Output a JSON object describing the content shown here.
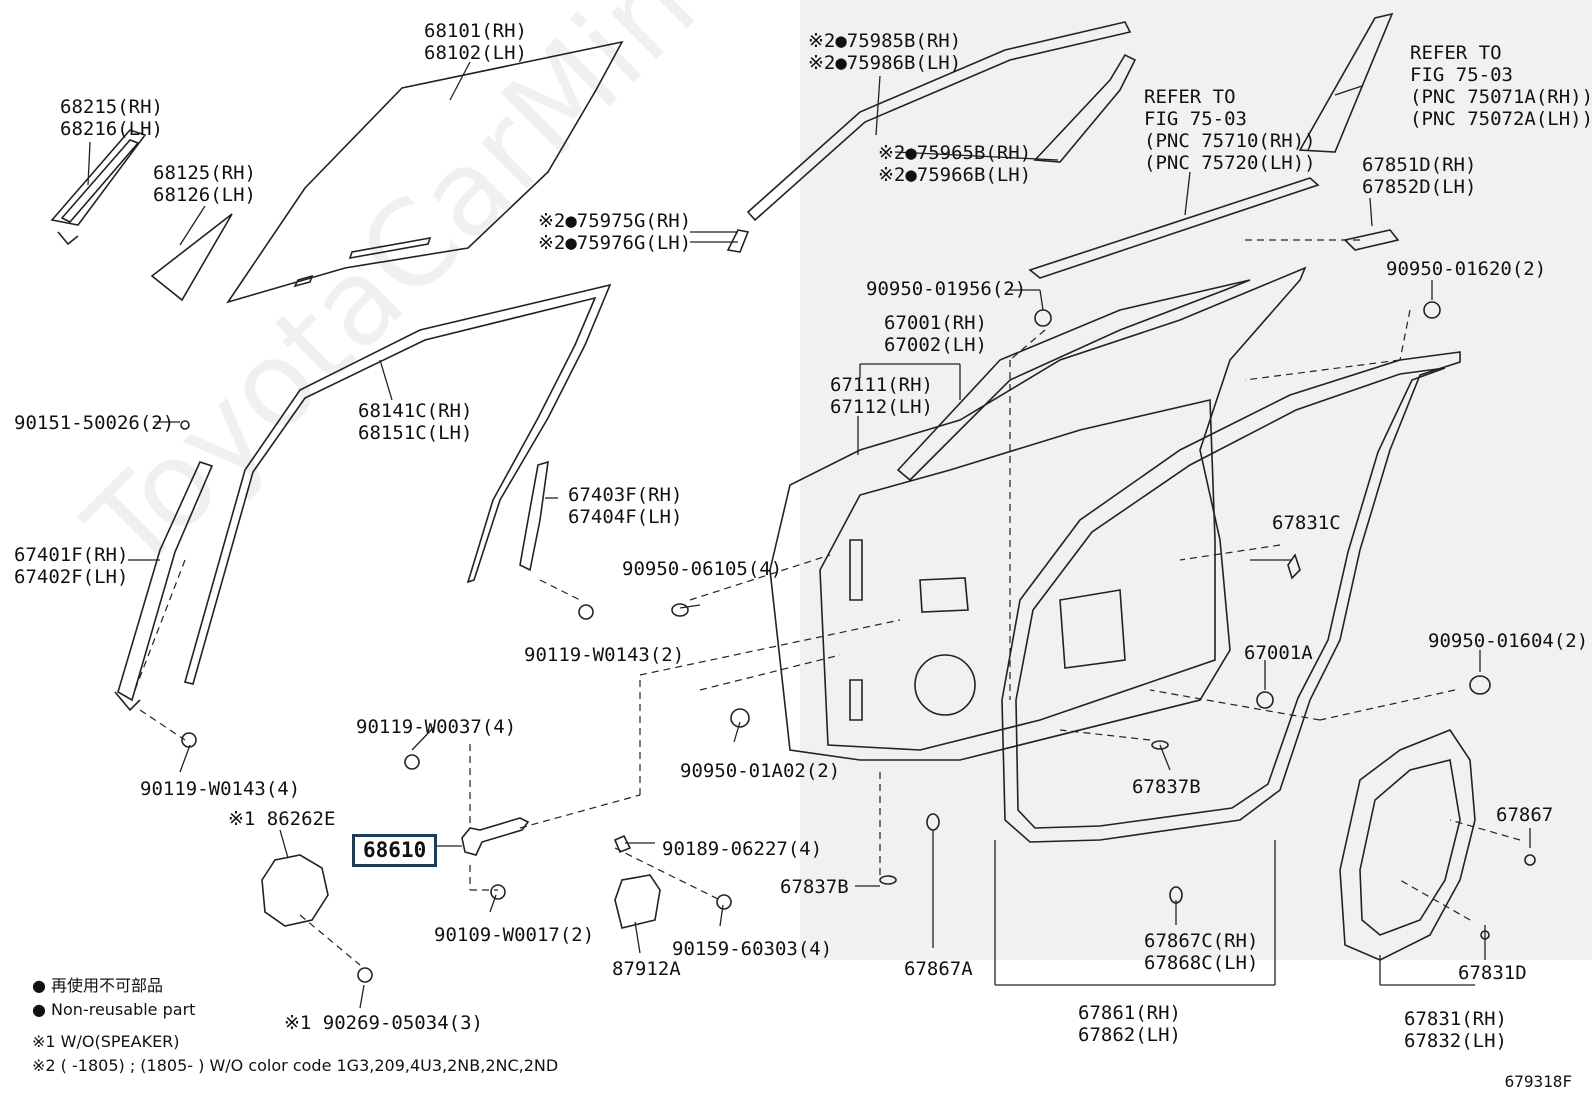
{
  "watermark": "ToyotaCarMine.ru",
  "figure_code": "679318F",
  "legend": {
    "jp": "● 再使用不可部品",
    "en": "● Non-reusable part",
    "note1": "※1 W/O(SPEAKER)",
    "note2": "※2 (        -1805) ; (1805-        ) W/O color code 1G3,209,4U3,2NB,2NC,2ND"
  },
  "labels": {
    "p68101": [
      "68101(RH)",
      "68102(LH)"
    ],
    "p68215": [
      "68215(RH)",
      "68216(LH)"
    ],
    "p68125": [
      "68125(RH)",
      "68126(LH)"
    ],
    "p75985": [
      "※2●75985B(RH)",
      "※2●75986B(LH)"
    ],
    "p75965": [
      "※2●75965B(RH)",
      "※2●75966B(LH)"
    ],
    "p75975": [
      "※2●75975G(RH)",
      "※2●75976G(LH)"
    ],
    "ref1": [
      "REFER TO",
      "FIG 75-03",
      "(PNC 75710(RH))",
      "(PNC 75720(LH))"
    ],
    "ref2": [
      "REFER TO",
      "FIG 75-03",
      "(PNC 75071A(RH))",
      "(PNC 75072A(LH))"
    ],
    "p67851": [
      "67851D(RH)",
      "67852D(LH)"
    ],
    "p9095001956": "90950-01956(2)",
    "p9095001620": "90950-01620(2)",
    "p67001": [
      "67001(RH)",
      "67002(LH)"
    ],
    "p67111": [
      "67111(RH)",
      "67112(LH)"
    ],
    "p9015150026": "90151-50026(2)",
    "p68141": [
      "68141C(RH)",
      "68151C(LH)"
    ],
    "p67403": [
      "67403F(RH)",
      "67404F(LH)"
    ],
    "p67401": [
      "67401F(RH)",
      "67402F(LH)"
    ],
    "p67831C": "67831C",
    "p9095006105": "90950-06105(4)",
    "p90119W0143a": "90119-W0143(2)",
    "p67001A": "67001A",
    "p9095001604": "90950-01604(2)",
    "p90119W0037": "90119-W0037(4)",
    "p9095001A02": "90950-01A02(2)",
    "p90119W0143b": "90119-W0143(4)",
    "p67837B_1": "67837B",
    "p67867": "67867",
    "p86262E": "※1 86262E",
    "p68610": "68610",
    "p9018906227": "90189-06227(4)",
    "p67837B_2": "67837B",
    "p90109W0017": "90109-W0017(2)",
    "p9015960303": "90159-60303(4)",
    "p87912A": "87912A",
    "p67867A": "67867A",
    "p67867C": [
      "67867C(RH)",
      "67868C(LH)"
    ],
    "p67831D": "67831D",
    "p9026905034": "※1 90269-05034(3)",
    "p67861": [
      "67861(RH)",
      "67862(LH)"
    ],
    "p67831": [
      "67831(RH)",
      "67832(LH)"
    ]
  }
}
